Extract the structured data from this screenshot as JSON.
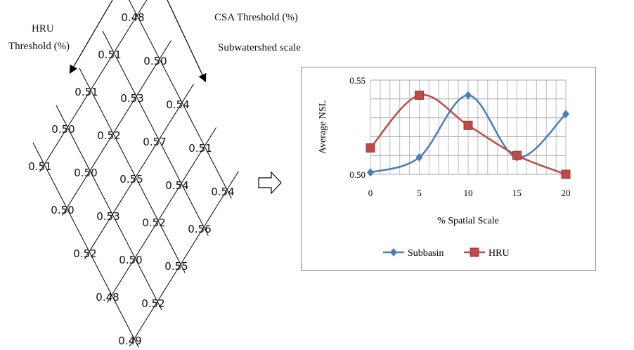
{
  "labels": {
    "hru_line1": "HRU",
    "hru_line2": "Threshold (%)",
    "csa": "CSA Threshold (%)",
    "subwatershed": "Subwatershed scale"
  },
  "grid_values": [
    [
      "0.48",
      "0.50",
      "0.54",
      "0.51",
      "0.54"
    ],
    [
      "0.51",
      "0.53",
      "0.57",
      "0.54",
      "0.56"
    ],
    [
      "0.51",
      "0.52",
      "0.55",
      "0.52",
      "0.55"
    ],
    [
      "0.50",
      "0.50",
      "0.53",
      "0.50",
      "0.52"
    ],
    [
      "0.51",
      "0.50",
      "0.52",
      "0.48",
      "0.49"
    ]
  ],
  "chart_data": {
    "type": "line",
    "x": [
      0,
      5,
      10,
      15,
      20
    ],
    "xticks": [
      "0",
      "5",
      "10",
      "15",
      "20"
    ],
    "yticks": [
      "0.50",
      "0.55"
    ],
    "xlim": [
      0,
      20
    ],
    "ylim": [
      0.5,
      0.55
    ],
    "xlabel": "% Spatial Scale",
    "ylabel": "Average NSL",
    "grid": true,
    "legend": "bottom",
    "series": [
      {
        "name": "Subbasin",
        "values": [
          0.501,
          0.509,
          0.542,
          0.509,
          0.532
        ],
        "color": "#4a7ebb",
        "marker": "diamond"
      },
      {
        "name": "HRU",
        "values": [
          0.514,
          0.542,
          0.526,
          0.51,
          0.5
        ],
        "color": "#be4b48",
        "marker": "square"
      }
    ]
  }
}
